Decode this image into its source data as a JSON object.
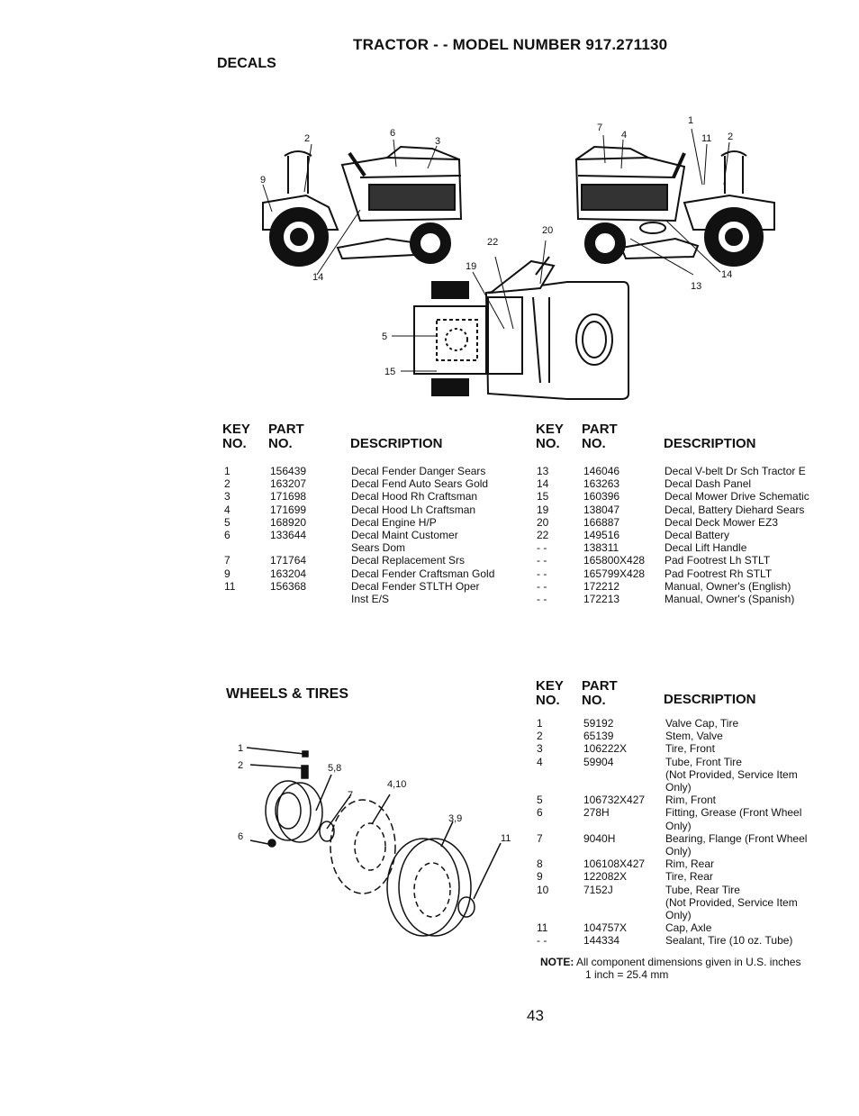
{
  "page_title": "TRACTOR - - MODEL NUMBER 917.271130",
  "page_number": "43",
  "decals": {
    "section_title": "DECALS",
    "callouts": [
      "2",
      "6",
      "3",
      "9",
      "14",
      "7",
      "4",
      "1",
      "11",
      "2",
      "22",
      "20",
      "19",
      "14",
      "13",
      "5",
      "15"
    ],
    "col_headers": {
      "key_line1": "KEY",
      "key_line2": "NO.",
      "part_line1": "PART",
      "part_line2": "NO.",
      "description": "DESCRIPTION"
    },
    "left_rows": [
      {
        "key": "1",
        "part": "156439",
        "desc": "Decal Fender Danger Sears"
      },
      {
        "key": "2",
        "part": "163207",
        "desc": "Decal Fend Auto Sears Gold"
      },
      {
        "key": "3",
        "part": "171698",
        "desc": "Decal Hood Rh Craftsman"
      },
      {
        "key": "4",
        "part": "171699",
        "desc": "Decal Hood Lh Craftsman"
      },
      {
        "key": "5",
        "part": "168920",
        "desc": "Decal Engine H/P"
      },
      {
        "key": "6",
        "part": "133644",
        "desc": "Decal Maint Customer"
      },
      {
        "key": "",
        "part": "",
        "desc": "Sears Dom"
      },
      {
        "key": "7",
        "part": "171764",
        "desc": "Decal Replacement Srs"
      },
      {
        "key": "9",
        "part": "163204",
        "desc": "Decal Fender Craftsman Gold"
      },
      {
        "key": "11",
        "part": "156368",
        "desc": "Decal Fender STLTH Oper"
      },
      {
        "key": "",
        "part": "",
        "desc": "Inst E/S"
      }
    ],
    "right_rows": [
      {
        "key": "13",
        "part": "146046",
        "desc": "Decal V-belt Dr Sch Tractor E"
      },
      {
        "key": "14",
        "part": "163263",
        "desc": "Decal Dash Panel"
      },
      {
        "key": "15",
        "part": "160396",
        "desc": "Decal Mower Drive Schematic"
      },
      {
        "key": "19",
        "part": "138047",
        "desc": "Decal, Battery Diehard Sears"
      },
      {
        "key": "20",
        "part": "166887",
        "desc": "Decal Deck Mower EZ3"
      },
      {
        "key": "22",
        "part": "149516",
        "desc": "Decal Battery"
      },
      {
        "key": "- -",
        "part": "138311",
        "desc": "Decal Lift Handle"
      },
      {
        "key": "- -",
        "part": "165800X428",
        "desc": "Pad Footrest Lh STLT"
      },
      {
        "key": "- -",
        "part": "165799X428",
        "desc": "Pad Footrest Rh STLT"
      },
      {
        "key": "- -",
        "part": "172212",
        "desc": "Manual, Owner's (English)"
      },
      {
        "key": "- -",
        "part": "172213",
        "desc": "Manual, Owner's (Spanish)"
      }
    ]
  },
  "wheels": {
    "section_title": "WHEELS & TIRES",
    "callouts": [
      "1",
      "2",
      "5,8",
      "4,10",
      "7",
      "3,9",
      "11",
      "6"
    ],
    "rows": [
      {
        "key": "1",
        "part": "59192",
        "desc": "Valve Cap, Tire"
      },
      {
        "key": "2",
        "part": "65139",
        "desc": "Stem, Valve"
      },
      {
        "key": "3",
        "part": "106222X",
        "desc": "Tire, Front"
      },
      {
        "key": "4",
        "part": "59904",
        "desc": "Tube, Front Tire"
      },
      {
        "key": "",
        "part": "",
        "desc": "(Not Provided, Service Item"
      },
      {
        "key": "",
        "part": "",
        "desc": "Only)"
      },
      {
        "key": "5",
        "part": "106732X427",
        "desc": "Rim, Front"
      },
      {
        "key": "6",
        "part": "278H",
        "desc": "Fitting, Grease (Front Wheel"
      },
      {
        "key": "",
        "part": "",
        "desc": "Only)"
      },
      {
        "key": "7",
        "part": "9040H",
        "desc": "Bearing, Flange (Front Wheel"
      },
      {
        "key": "",
        "part": "",
        "desc": "Only)"
      },
      {
        "key": "8",
        "part": "106108X427",
        "desc": "Rim, Rear"
      },
      {
        "key": "9",
        "part": "122082X",
        "desc": "Tire, Rear"
      },
      {
        "key": "10",
        "part": "7152J",
        "desc": "Tube, Rear Tire"
      },
      {
        "key": "",
        "part": "",
        "desc": "(Not Provided, Service Item"
      },
      {
        "key": "",
        "part": "",
        "desc": "Only)"
      },
      {
        "key": "11",
        "part": "104757X",
        "desc": "Cap, Axle"
      },
      {
        "key": "- -",
        "part": "144334",
        "desc": "Sealant, Tire (10 oz. Tube)"
      }
    ],
    "note_label": "NOTE:",
    "note_line1": "All component dimensions given in U.S. inches",
    "note_line2": "1 inch = 25.4 mm"
  }
}
